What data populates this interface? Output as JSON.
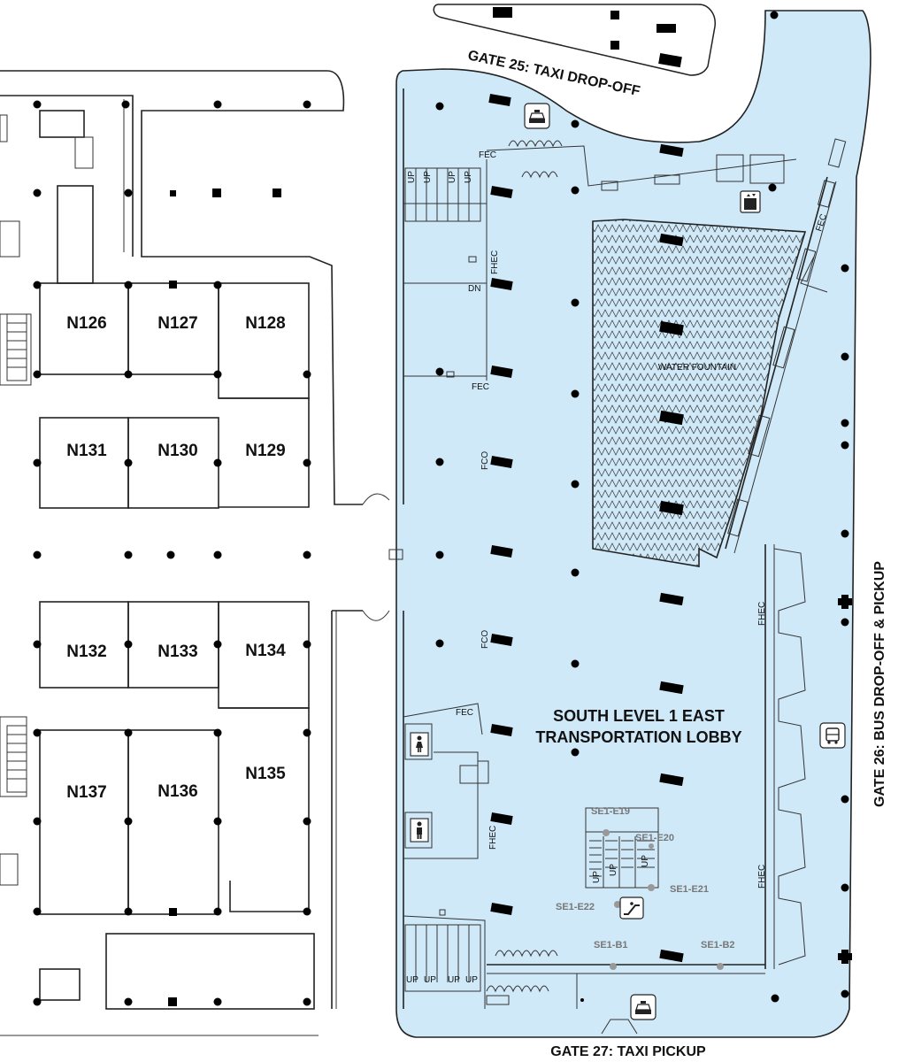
{
  "map": {
    "rooms": [
      {
        "id": "N126",
        "label": "N126"
      },
      {
        "id": "N127",
        "label": "N127"
      },
      {
        "id": "N128",
        "label": "N128"
      },
      {
        "id": "N131",
        "label": "N131"
      },
      {
        "id": "N130",
        "label": "N130"
      },
      {
        "id": "N129",
        "label": "N129"
      },
      {
        "id": "N132",
        "label": "N132"
      },
      {
        "id": "N133",
        "label": "N133"
      },
      {
        "id": "N134",
        "label": "N134"
      },
      {
        "id": "N137",
        "label": "N137"
      },
      {
        "id": "N136",
        "label": "N136"
      },
      {
        "id": "N135",
        "label": "N135"
      }
    ],
    "gates": {
      "gate25": "GATE 25: TAXI DROP-OFF",
      "gate26": "GATE 26: BUS DROP-OFF & PICKUP",
      "gate27": "GATE 27: TAXI PICKUP"
    },
    "lobby": {
      "line1": "SOUTH LEVEL 1 EAST",
      "line2": "TRANSPORTATION LOBBY"
    },
    "features": {
      "fountain": "WATER FOUNTAIN",
      "fec1": "FEC",
      "fec2": "FEC",
      "fec3": "FEC",
      "fhec1": "FHEC",
      "fhec2": "FHEC",
      "fhec3": "FHEC",
      "fhec4": "FHEC",
      "fco1": "FCO",
      "fco2": "FCO",
      "dn": "DN",
      "fec4": "FEC"
    },
    "stairs_up": [
      "UP",
      "UP",
      "UP",
      "UP",
      "UP",
      "UP",
      "UP",
      "UP",
      "UP",
      "UP",
      "UP"
    ],
    "points": {
      "e19": "SE1-E19",
      "e20": "SE1-E20",
      "e21": "SE1-E21",
      "e22": "SE1-E22",
      "b1": "SE1-B1",
      "b2": "SE1-B2"
    },
    "icons": [
      "taxi-icon",
      "bus-icon",
      "elevator-icon",
      "restroom-women-icon",
      "restroom-men-icon",
      "escalator-icon"
    ],
    "colors": {
      "lobby_fill": "#cfe9f9",
      "line": "#222222",
      "marker_gray": "#999999"
    }
  }
}
